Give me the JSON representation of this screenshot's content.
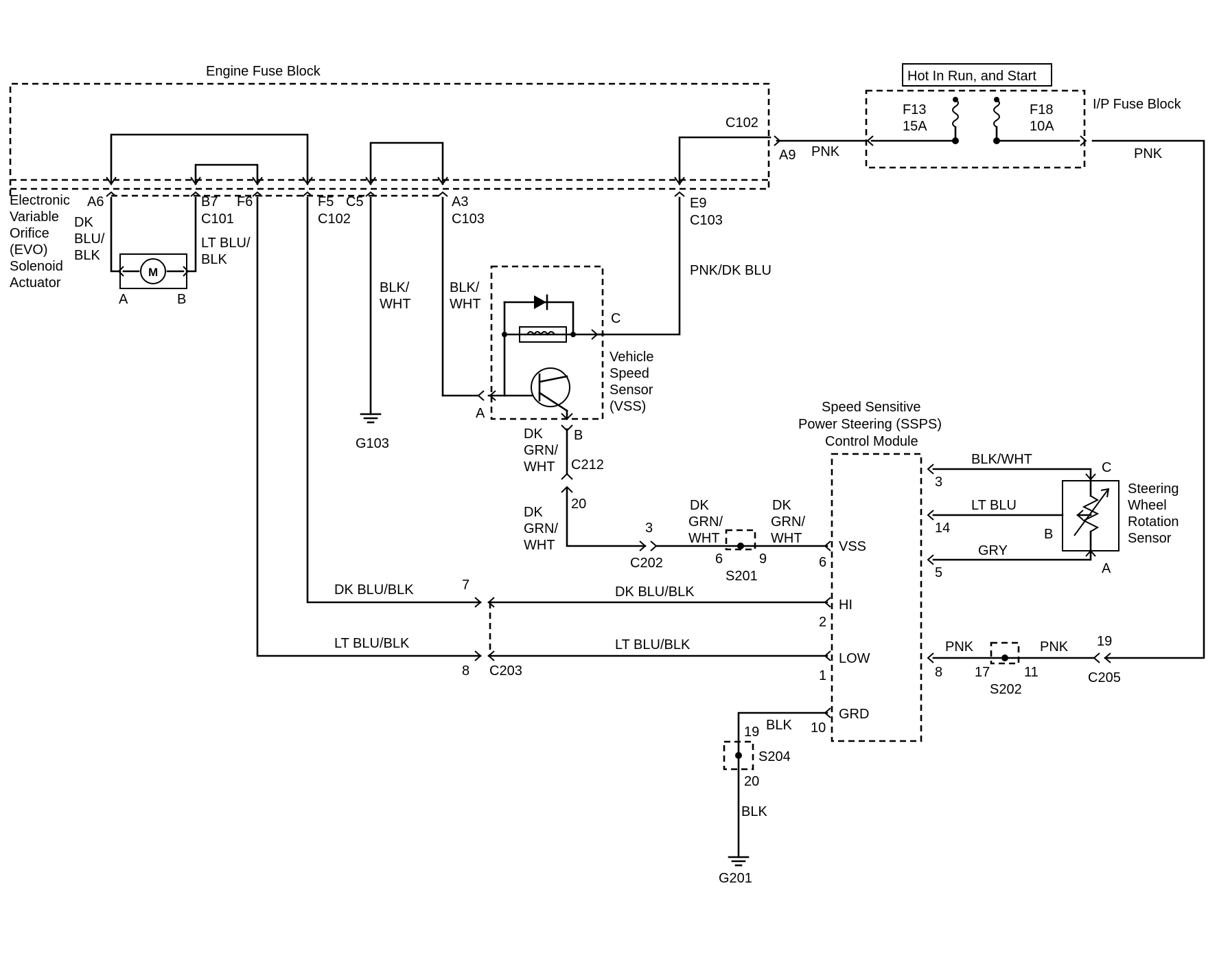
{
  "header": {
    "engine_fuse_block": "Engine Fuse Block",
    "hot_in": "Hot In Run, and Start",
    "ip_fuse_block": "I/P Fuse Block"
  },
  "fuses": {
    "f13_name": "F13",
    "f13_rating": "15A",
    "f18_name": "F18",
    "f18_rating": "10A"
  },
  "evo": {
    "l1": "Electronic",
    "l2": "Variable",
    "l3": "Orifice",
    "l4": "(EVO)",
    "l5": "Solenoid",
    "l6": "Actuator",
    "pin_a": "A",
    "pin_b": "B",
    "motor": "M"
  },
  "vss": {
    "l1": "Vehicle",
    "l2": "Speed",
    "l3": "Sensor",
    "l4": "(VSS)",
    "pin_a": "A",
    "pin_b": "B",
    "pin_c": "C"
  },
  "ssps": {
    "l1": "Speed Sensitive",
    "l2": "Power Steering (SSPS)",
    "l3": "Control Module",
    "vss": "VSS",
    "hi": "HI",
    "low": "LOW",
    "grd": "GRD"
  },
  "swrs": {
    "l1": "Steering",
    "l2": "Wheel",
    "l3": "Rotation",
    "l4": "Sensor",
    "pin_a": "A",
    "pin_b": "B",
    "pin_c": "C"
  },
  "labels": {
    "a6": "A6",
    "b7": "B7",
    "c101": "C101",
    "f6": "F6",
    "f5": "F5",
    "c102": "C102",
    "c5": "C5",
    "a3": "A3",
    "c103": "C103",
    "e9": "E9",
    "a9": "A9",
    "c212": "C212",
    "c202": "C202",
    "s201": "S201",
    "c203": "C203",
    "s204": "S204",
    "s202": "S202",
    "c205": "C205",
    "g103": "G103",
    "g201": "G201"
  },
  "wires": {
    "pnk": "PNK",
    "dk": "DK",
    "blu_sl": "BLU/",
    "blk": "BLK",
    "lt_blu_sl": "LT BLU/",
    "blk_sl": "BLK/",
    "wht": "WHT",
    "pnk_dk_blu": "PNK/DK BLU",
    "grn_sl": "GRN/",
    "dk_blu_blk": "DK BLU/BLK",
    "lt_blu_blk": "LT  BLU/BLK",
    "blk_wht": "BLK/WHT",
    "lt_blu": "LT BLU",
    "gry": "GRY"
  },
  "pins": {
    "p3": "3",
    "p6": "6",
    "p9": "9",
    "p7": "7",
    "p8": "8",
    "p2": "2",
    "p1": "1",
    "p10": "10",
    "p14": "14",
    "p5": "5",
    "p17": "17",
    "p11": "11",
    "p19": "19",
    "p20": "20"
  }
}
